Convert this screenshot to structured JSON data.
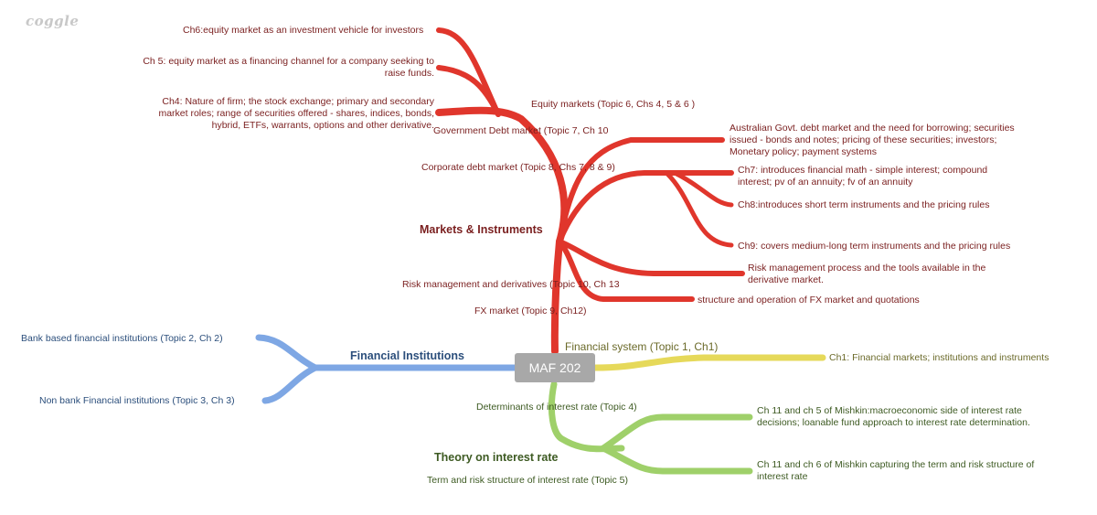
{
  "logo": "coggle",
  "root": "MAF 202",
  "colors": {
    "red": "#e0362c",
    "blue": "#7ea7e4",
    "yellow": "#e6d95a",
    "green": "#9fd06a"
  },
  "markets": {
    "title": "Markets & Instruments",
    "equity": {
      "title": "Equity markets (Topic 6, Chs 4, 5 & 6 )",
      "ch6": "Ch6:equity market as an investment vehicle for investors",
      "ch5": "Ch 5: equity market as a financing channel for a company seeking to raise funds.",
      "ch4": "Ch4: Nature of firm; the stock exchange; primary and secondary market roles; range of securities offered - shares, indices, bonds, hybrid, ETFs, warrants, options and other derivative."
    },
    "govt": {
      "title": "Government Debt market (Topic 7, Ch 10",
      "detail": "Australian Govt. debt market and the need for borrowing; securities issued - bonds and notes; pricing of these securities; investors; Monetary policy; payment systems"
    },
    "corporate": {
      "title": "Corporate debt market (Topic 8, Chs 7, 8 & 9)",
      "ch7": "Ch7: introduces financial math - simple interest; compound interest; pv of an annuity; fv of an annuity",
      "ch8": "Ch8:introduces short term instruments and the pricing rules",
      "ch9": "Ch9: covers medium-long term instruments and the pricing rules"
    },
    "risk": {
      "title": "Risk management and derivatives (Topic 10, Ch 13",
      "detail": "Risk management process and the tools available in the derivative market."
    },
    "fx": {
      "title": "FX market (Topic 9, Ch12)",
      "detail": "structure and operation of FX market and quotations"
    }
  },
  "institutions": {
    "title": "Financial Institutions",
    "bank": "Bank based financial institutions (Topic 2, Ch 2)",
    "nonbank": "Non bank Financial institutions (Topic 3, Ch 3)"
  },
  "system": {
    "title": "Financial system (Topic 1, Ch1)",
    "detail": "Ch1: Financial markets; institutions and instruments"
  },
  "interest": {
    "title": "Theory on interest rate",
    "determinants": {
      "title": "Determinants of interest rate (Topic 4)",
      "detail": "Ch 11 and ch 5 of Mishkin:macroeconomic side of interest rate decisions; loanable fund approach to interest rate determination."
    },
    "term": {
      "title": "Term and risk structure of interest rate (Topic 5)",
      "detail": "Ch 11 and ch 6 of Mishkin capturing the term and risk structure of interest rate"
    }
  }
}
